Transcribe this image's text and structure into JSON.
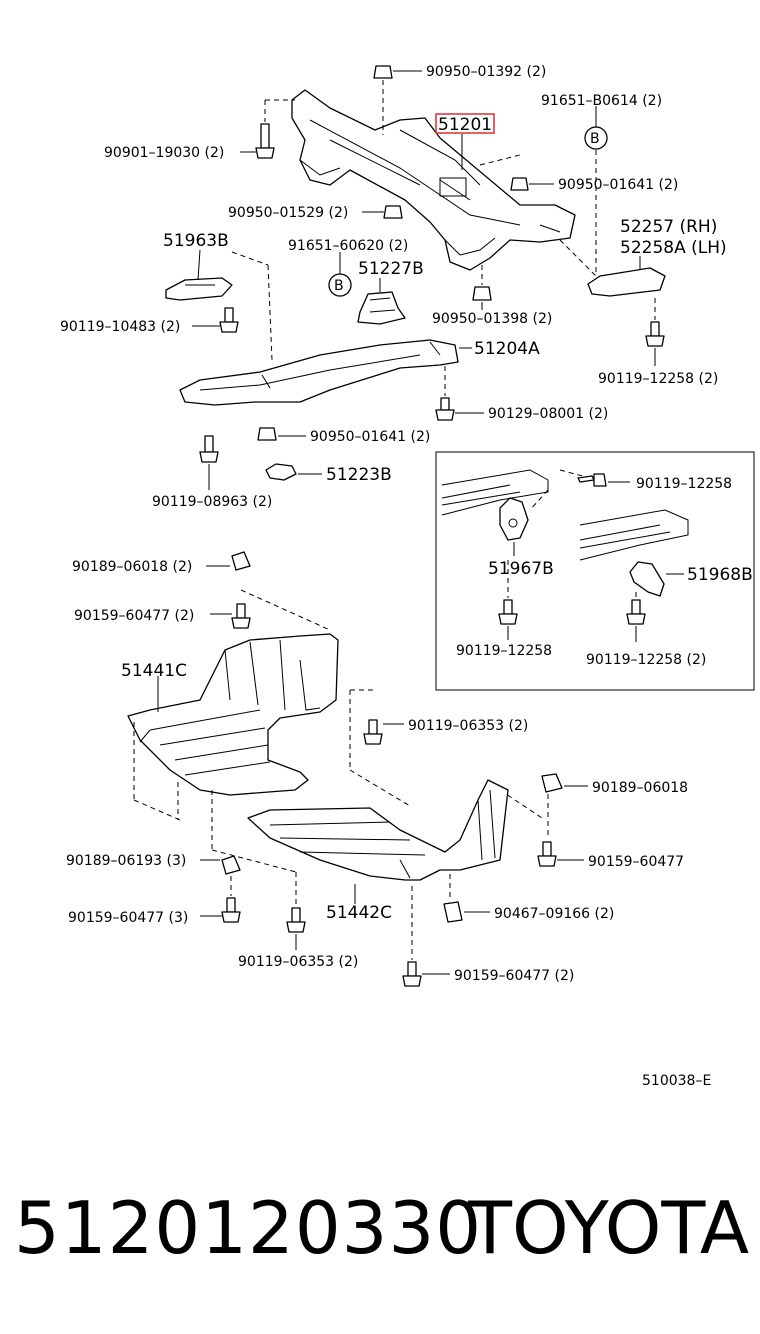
{
  "diagram": {
    "highlighted_part": "51201",
    "ref_marker": "B",
    "drawing_code": "510038–E",
    "labels": {
      "l_90950_01392": "90950–01392 (2)",
      "l_91651_B0614": "91651–B0614 (2)",
      "l_51201": "51201",
      "l_90901_19030": "90901–19030 (2)",
      "l_90950_01641a": "90950–01641 (2)",
      "l_90950_01529": "90950–01529 (2)",
      "l_52257": "52257 (RH)",
      "l_52258A": "52258A (LH)",
      "l_51963B": "51963B",
      "l_91651_60620": "91651–60620 (2)",
      "l_51227B": "51227B",
      "l_90119_10483": "90119–10483 (2)",
      "l_90950_01398": "90950–01398 (2)",
      "l_51204A": "51204A",
      "l_90119_12258a": "90119–12258 (2)",
      "l_90129_08001": "90129–08001 (2)",
      "l_90950_01641b": "90950–01641 (2)",
      "l_51223B": "51223B",
      "l_90119_08963": "90119–08963 (2)",
      "l_90119_12258b": "90119–12258",
      "l_51967B": "51967B",
      "l_51968B": "51968B",
      "l_90119_12258c": "90119–12258",
      "l_90119_12258d": "90119–12258 (2)",
      "l_90189_06018a": "90189–06018 (2)",
      "l_90159_60477a": "90159–60477 (2)",
      "l_51441C": "51441C",
      "l_90119_06353a": "90119–06353 (2)",
      "l_90189_06018b": "90189–06018",
      "l_90189_06193": "90189–06193 (3)",
      "l_90159_60477b": "90159–60477",
      "l_90159_60477c": "90159–60477 (3)",
      "l_51442C": "51442C",
      "l_90467_09166": "90467–09166 (2)",
      "l_90119_06353b": "90119–06353 (2)",
      "l_90159_60477d": "90159–60477 (2)"
    }
  },
  "footer": {
    "part_number": "5120120330",
    "brand": "TOYOTA"
  },
  "colors": {
    "highlight": "#e03a3a",
    "ink": "#000000"
  }
}
